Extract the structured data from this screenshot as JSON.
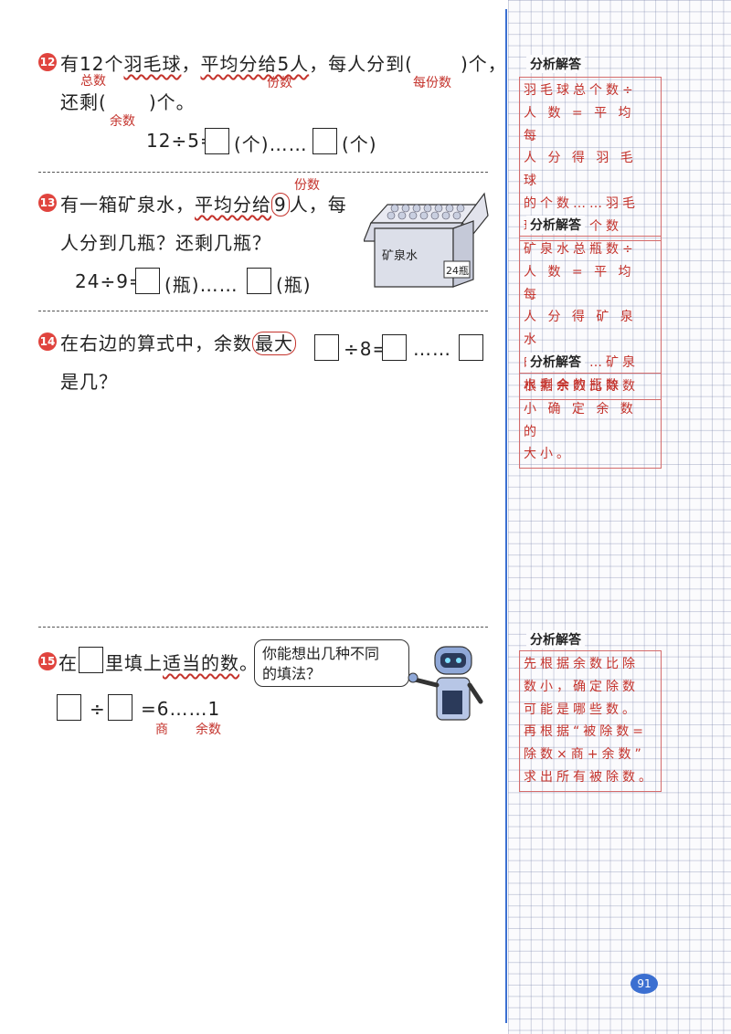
{
  "q12": {
    "num": "12",
    "line1_a": "有12个",
    "line1_b": "羽毛球",
    "line1_c": "，",
    "line1_d": "平均分给5人",
    "line1_e": "，每人分到(",
    "line1_f": ")个，",
    "line2_a": "还剩(",
    "line2_b": ")个。",
    "ann_total": "总数",
    "ann_parts": "份数",
    "ann_each": "每份数",
    "ann_rem": "余数",
    "eq_left": "12÷5=",
    "eq_unit1": "(个)……",
    "eq_unit2": "(个)"
  },
  "q13": {
    "num": "13",
    "line1_a": "有一箱矿泉水，",
    "line1_b": "平均分给",
    "circled": "9",
    "line1_c": "人，每",
    "line2": "人分到几瓶？还剩几瓶？",
    "ann_parts": "份数",
    "eq_left": "24÷9=",
    "eq_unit1": "(瓶)……",
    "eq_unit2": "(瓶)",
    "box_label": "矿泉水",
    "box_tag": "24瓶"
  },
  "q14": {
    "num": "14",
    "line1_a": "在右边的算式中，余数",
    "circled": "最大",
    "eq_mid": "÷8=",
    "eq_dots": "……",
    "line2": "是几？"
  },
  "q15": {
    "num": "15",
    "line1_a": "在",
    "line1_b": "里填上",
    "line1_c": "适当的数",
    "line1_d": "。",
    "bubble": "你能想出几种不同\n的填法？",
    "eq_div": "÷",
    "eq_right": "=6……1",
    "ann_quot": "商",
    "ann_rem": "余数"
  },
  "sidebar": {
    "head1": "分析解答",
    "note1": "羽毛球总个数÷\n人 数 = 平 均 每\n人 分 得 羽 毛 球\n的个数……羽毛\n球剩余的个数",
    "head2": "分析解答",
    "note2": "矿泉水总瓶数÷\n人 数 = 平 均 每\n人 分 得 矿 泉 水\n的瓶数……矿泉\n水剩余的瓶数",
    "head3": "分析解答",
    "note3": "根据余数比除数\n小 确 定 余 数 的\n大小。",
    "head4": "分析解答",
    "note4": "先根据余数比除\n数小，确定除数\n可能是哪些数。\n再根据“被除数=\n除数×商+余数”\n求出所有被除数。"
  },
  "page_number": "91"
}
